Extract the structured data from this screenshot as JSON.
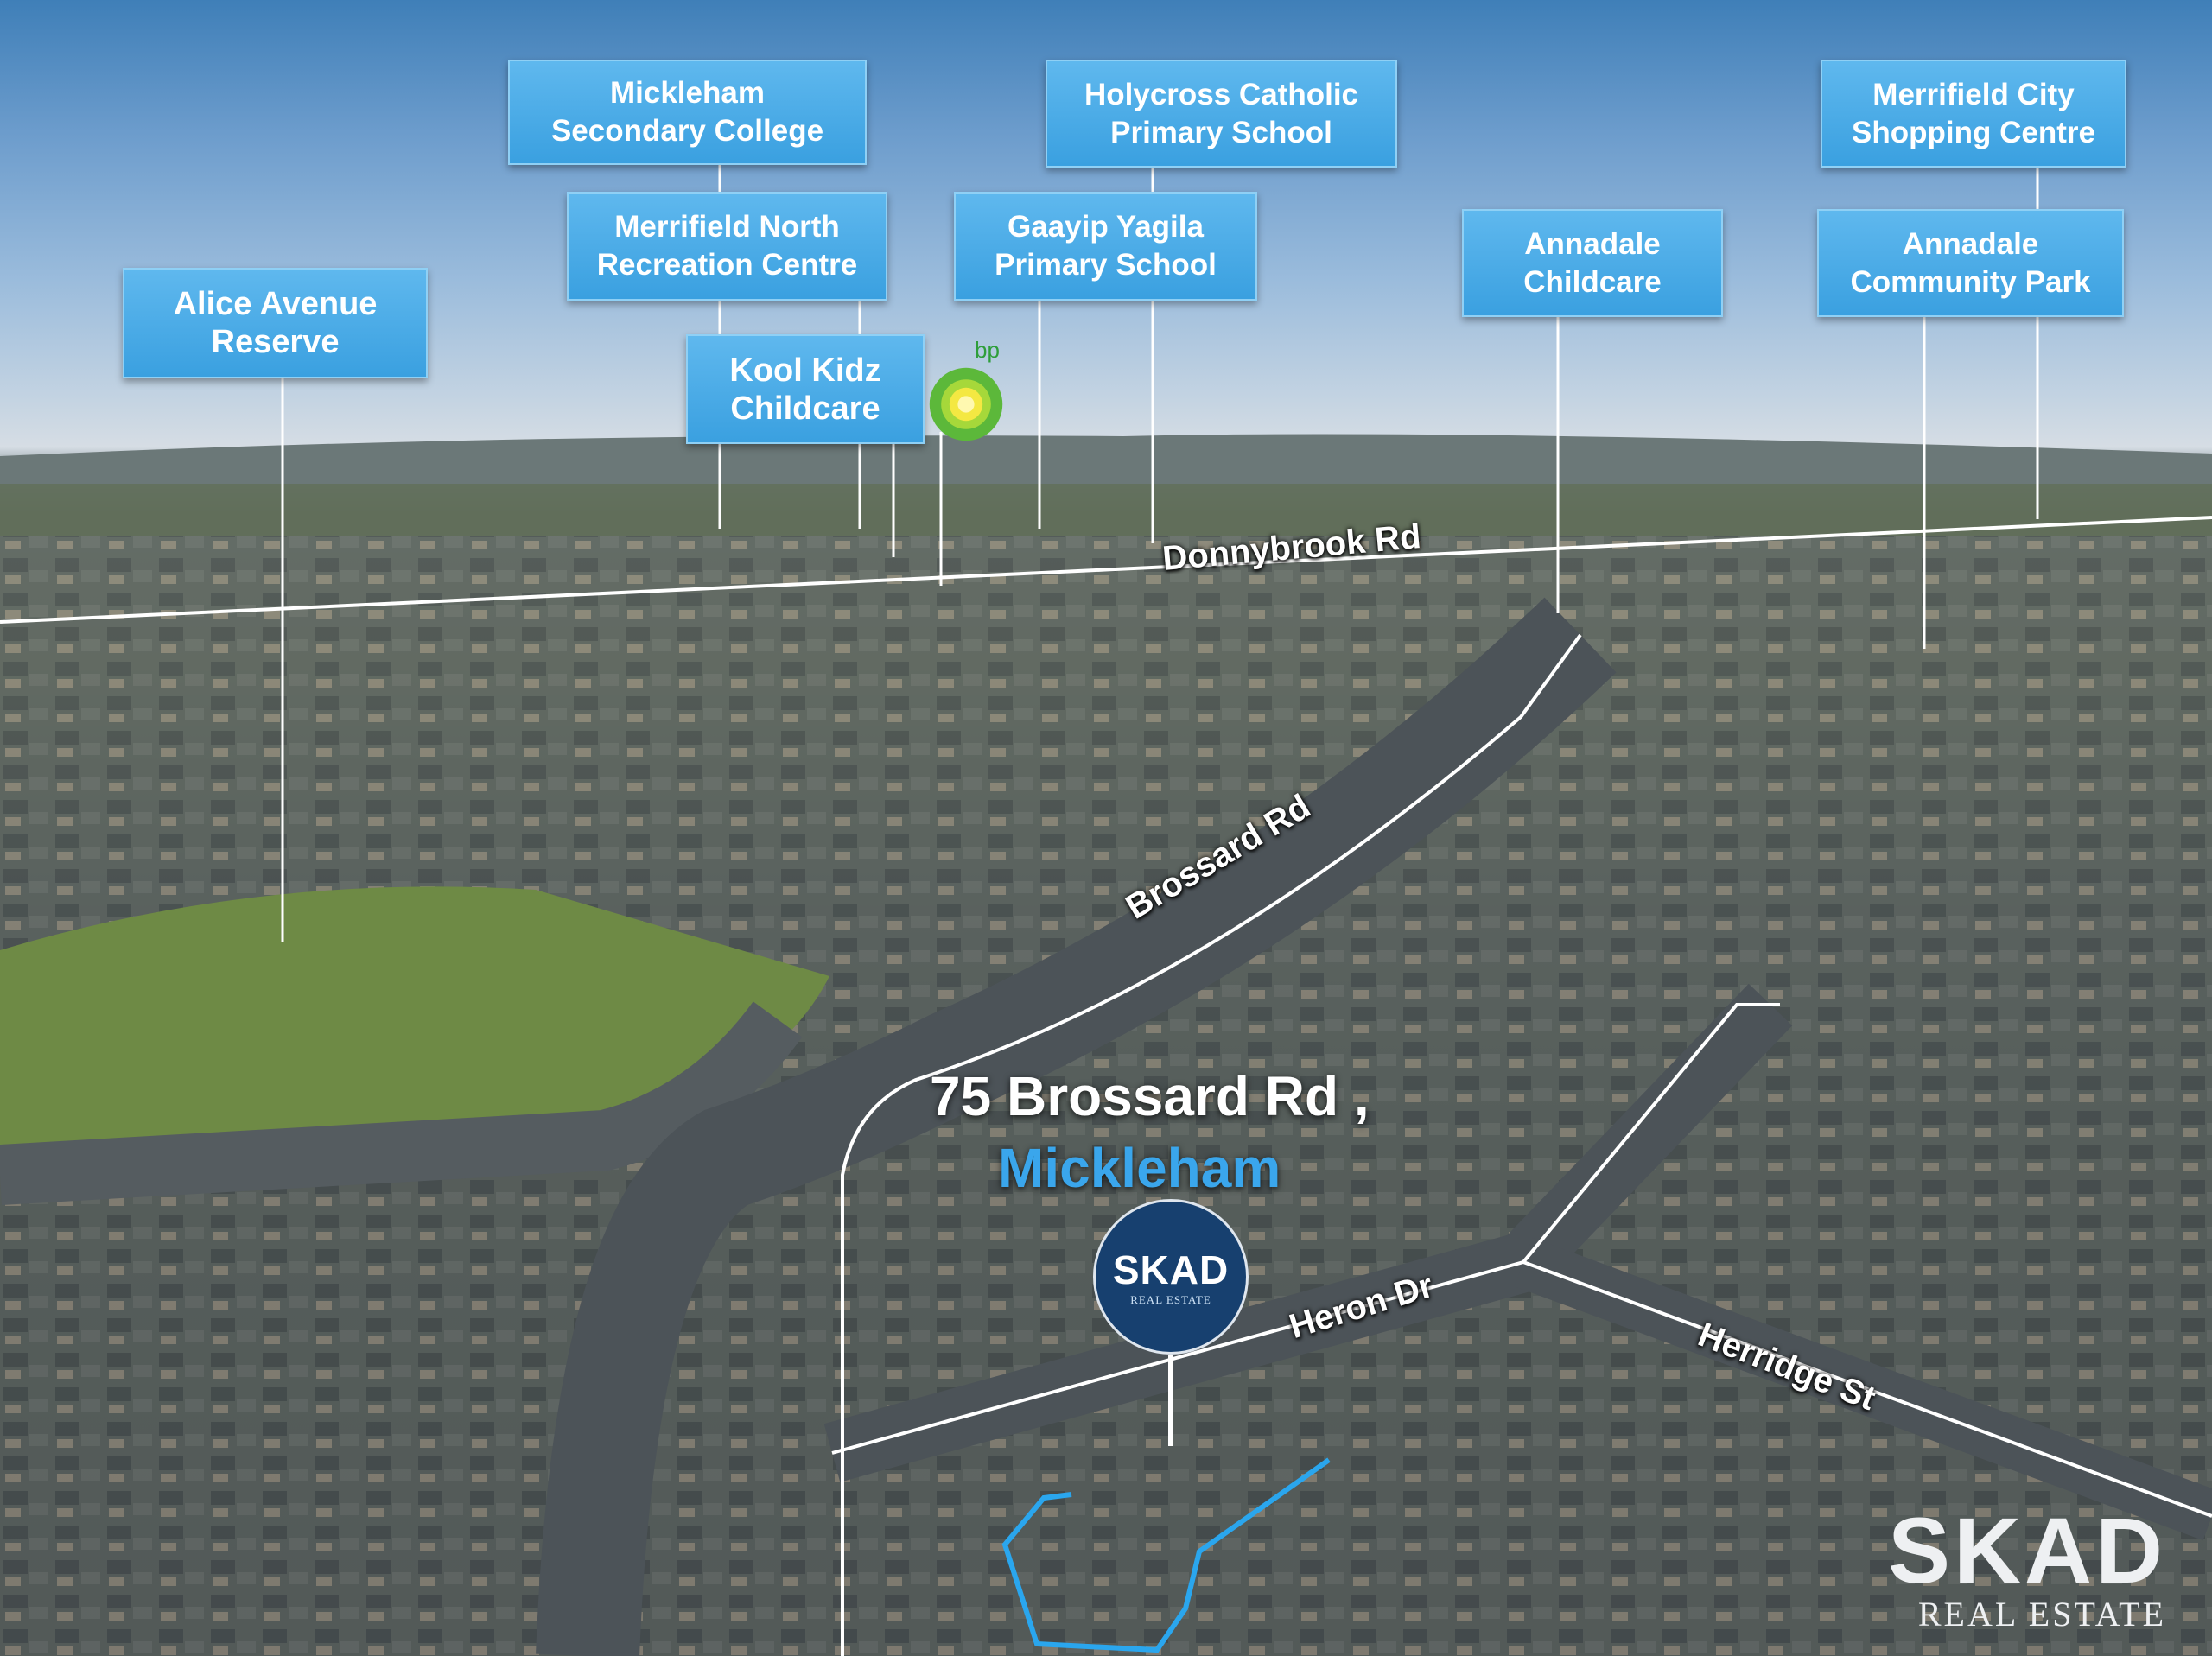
{
  "points_of_interest": [
    {
      "id": "mickleham-secondary-college",
      "label": "Mickleham\nSecondary College"
    },
    {
      "id": "merrifield-north-recreation-centre",
      "label": "Merrifield North\nRecreation Centre"
    },
    {
      "id": "kool-kidz-childcare",
      "label": "Kool Kidz\nChildcare"
    },
    {
      "id": "holycross-catholic-primary-school",
      "label": "Holycross Catholic\nPrimary School"
    },
    {
      "id": "gaayip-yagila-primary-school",
      "label": "Gaayip Yagila\nPrimary School"
    },
    {
      "id": "annadale-childcare",
      "label": "Annadale\nChildcare"
    },
    {
      "id": "merrifield-city-shopping-centre",
      "label": "Merrifield City\nShopping Centre"
    },
    {
      "id": "annadale-community-park",
      "label": "Annadale\nCommunity Park"
    },
    {
      "id": "alice-avenue-reserve",
      "label": "Alice Avenue\nReserve"
    }
  ],
  "bp_logo_text": "bp",
  "roads": {
    "donnybrook": "Donnybrook Rd",
    "brossard": "Brossard Rd",
    "heron": "Heron Dr",
    "herridge": "Herridge St"
  },
  "property": {
    "address_line": "75 Brossard Rd ,",
    "suburb": "Mickleham"
  },
  "brand": {
    "name": "SKAD",
    "tagline": "REAL ESTATE"
  },
  "colors": {
    "label_blue": "#3aa0e0",
    "suburb_blue": "#3aa6ec",
    "brand_navy": "#17406f",
    "outline_blue": "#2aa6ee"
  }
}
